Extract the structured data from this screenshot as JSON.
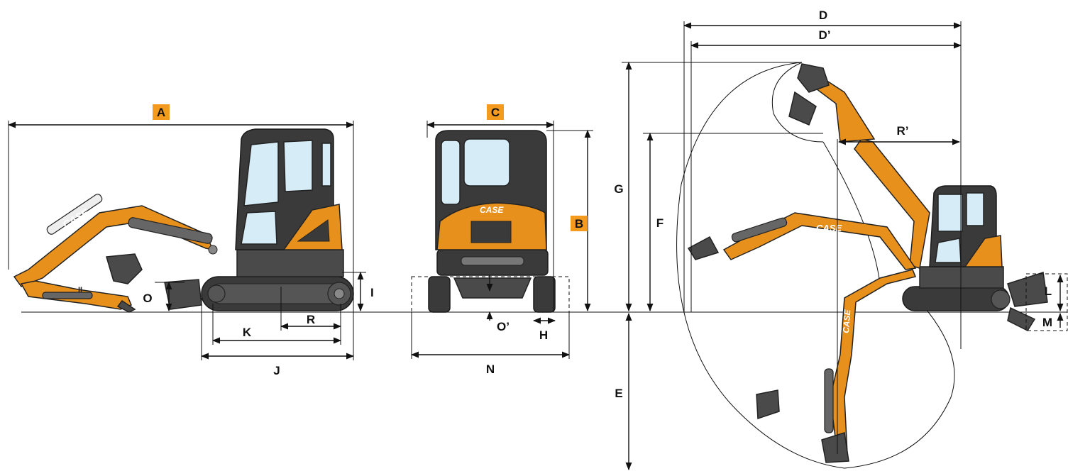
{
  "dimension_labels": {
    "A": "A",
    "B": "B",
    "C": "C",
    "D": "D",
    "D_prime": "D’",
    "E": "E",
    "F": "F",
    "G": "G",
    "H": "H",
    "I": "I",
    "J": "J",
    "K": "K",
    "L": "L",
    "M": "M",
    "N": "N",
    "O": "O",
    "O_prime": "O’",
    "R": "R",
    "R_prime": "R’"
  },
  "boom_brand": "CASE",
  "arm_mark": "II",
  "colors": {
    "machine_orange": "#e8901c",
    "label_highlight": "#f39a1f",
    "cab_dark": "#4a4a4a",
    "glass": "#d6ecf7",
    "line": "#111111"
  },
  "icons": [
    "excavator-side-view",
    "excavator-rear-view",
    "excavator-working-range"
  ]
}
